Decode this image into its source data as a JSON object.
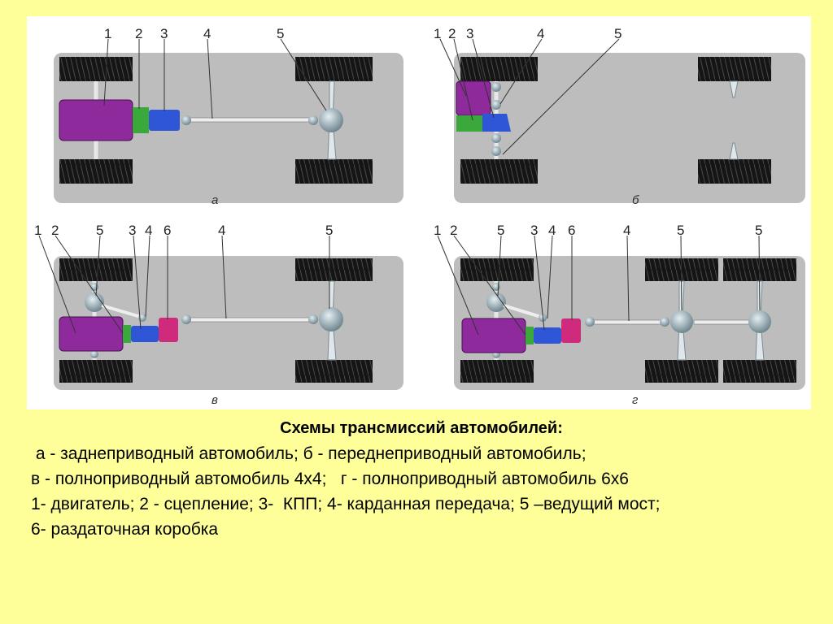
{
  "diagram": {
    "panel_a": {
      "letter": "а",
      "numbers": [
        "1",
        "2",
        "3",
        "4",
        "5"
      ]
    },
    "panel_b": {
      "letter": "б",
      "numbers": [
        "1",
        "2",
        "3",
        "4",
        "5"
      ]
    },
    "panel_c": {
      "letter": "в",
      "numbers": [
        "1",
        "2",
        "5",
        "3",
        "4",
        "6",
        "4",
        "5"
      ]
    },
    "panel_d": {
      "letter": "г",
      "numbers": [
        "1",
        "2",
        "5",
        "3",
        "4",
        "6",
        "4",
        "5",
        "5"
      ]
    },
    "colors": {
      "engine": "#8e2a9c",
      "clutch": "#3aa83a",
      "gearbox": "#2e56d6",
      "transfer_case": "#d02a7c",
      "chassis": "#bdbdbd",
      "tire": "#161616",
      "shaft": "#eeeeee"
    }
  },
  "caption": {
    "title": "Схемы трансмиссий автомобилей:",
    "line1": " а - заднеприводный автомобиль; б - переднеприводный автомобиль;",
    "line2": "в - полноприводный автомобиль 4х4;   г - полноприводный автомобиль 6х6",
    "line3": "1- двигатель; 2 - сцепление; 3-  КПП; 4- карданная передача; 5 –ведущий мост;",
    "line4": "6- раздаточная коробка"
  }
}
